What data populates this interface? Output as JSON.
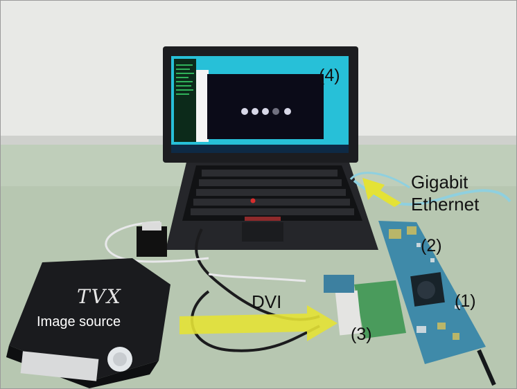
{
  "labels": {
    "laptop": "(4)",
    "fpga_board": "(1)",
    "ethernet_board": "(2)",
    "dvi_board": "(3)",
    "ethernet_line1": "Gigabit",
    "ethernet_line2": "Ethernet",
    "dvi": "DVI",
    "image_source": "Image source",
    "device_brand": "TVX"
  },
  "colors": {
    "arrow": "#e4e236",
    "pcb": "#3e8aa8",
    "table": "#b9c9b3",
    "wall": "#e6e7e4",
    "laptop_body": "#1e1f22",
    "screen": "#27c0d8"
  }
}
